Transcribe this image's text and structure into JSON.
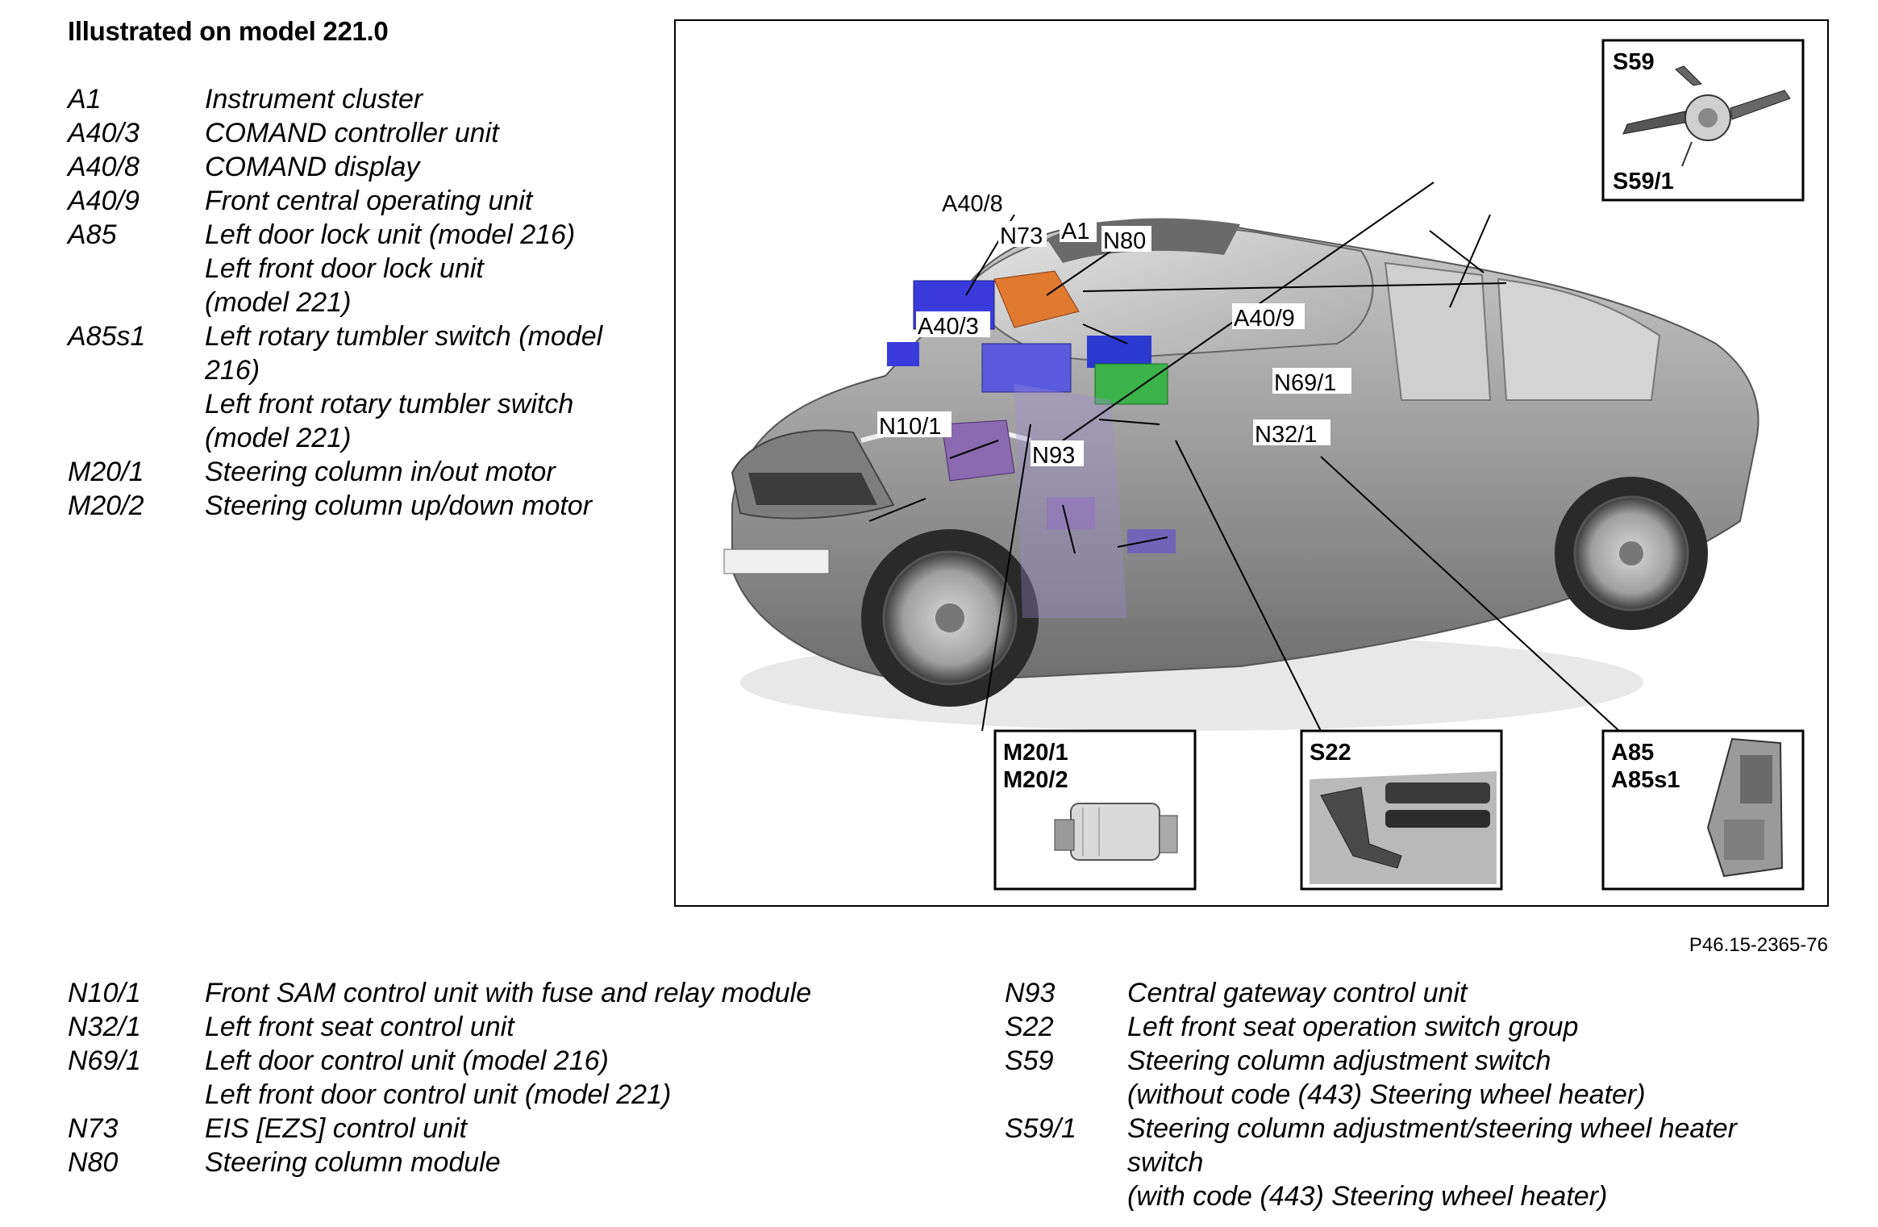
{
  "title": "Illustrated on model 221.0",
  "legend_top": [
    {
      "code": "A1",
      "lines": [
        "Instrument cluster"
      ]
    },
    {
      "code": "A40/3",
      "lines": [
        "COMAND controller unit"
      ]
    },
    {
      "code": "A40/8",
      "lines": [
        "COMAND display"
      ]
    },
    {
      "code": "A40/9",
      "lines": [
        "Front central operating unit"
      ]
    },
    {
      "code": "A85",
      "lines": [
        "Left door lock unit (model 216)",
        "Left front door lock unit",
        "(model 221)"
      ]
    },
    {
      "code": "A85s1",
      "lines": [
        "Left rotary tumbler switch (model",
        "216)",
        "Left front rotary tumbler switch",
        "(model 221)"
      ]
    },
    {
      "code": "M20/1",
      "lines": [
        "Steering column in/out motor"
      ]
    },
    {
      "code": "M20/2",
      "lines": [
        "Steering column up/down motor"
      ]
    }
  ],
  "legend_bottom_left": [
    {
      "code": "N10/1",
      "lines": [
        "Front SAM control unit with fuse and relay module"
      ]
    },
    {
      "code": "N32/1",
      "lines": [
        "Left front seat control unit"
      ]
    },
    {
      "code": "N69/1",
      "lines": [
        "Left door control unit (model 216)",
        "Left front door control unit (model 221)"
      ]
    },
    {
      "code": "N73",
      "lines": [
        "EIS [EZS] control unit"
      ]
    },
    {
      "code": "N80",
      "lines": [
        "Steering column module"
      ]
    }
  ],
  "legend_bottom_right": [
    {
      "code": "N93",
      "lines": [
        "Central gateway control unit"
      ]
    },
    {
      "code": "S22",
      "lines": [
        "Left front seat operation switch group"
      ]
    },
    {
      "code": "S59",
      "lines": [
        "Steering column adjustment switch",
        "(without code (443) Steering wheel heater)"
      ]
    },
    {
      "code": "S59/1",
      "lines": [
        "Steering column adjustment/steering wheel heater",
        "switch",
        "(with code (443) Steering wheel heater)"
      ]
    }
  ],
  "figure_ref": "P46.15-2365-76",
  "callouts": {
    "a40_8": "A40/8",
    "n73": "N73",
    "a1": "A1",
    "n80": "N80",
    "a40_3": "A40/3",
    "a40_9": "A40/9",
    "n69_1": "N69/1",
    "n10_1": "N10/1",
    "n93": "N93",
    "n32_1": "N32/1"
  },
  "inset_boxes": {
    "s59": {
      "top": "S59",
      "bottom": "S59/1"
    },
    "m20": {
      "line1": "M20/1",
      "line2": "M20/2"
    },
    "s22": {
      "line1": "S22"
    },
    "a85": {
      "line1": "A85",
      "line2": "A85s1"
    }
  },
  "colors": {
    "car_body": "#9a9a9a",
    "car_dark": "#5a5a5a",
    "module_blue": "#3a3adc",
    "module_orange": "#e07a30",
    "module_purple": "#8a6ab0",
    "module_green": "#3cb34a",
    "module_teal": "#3a7ab8"
  }
}
